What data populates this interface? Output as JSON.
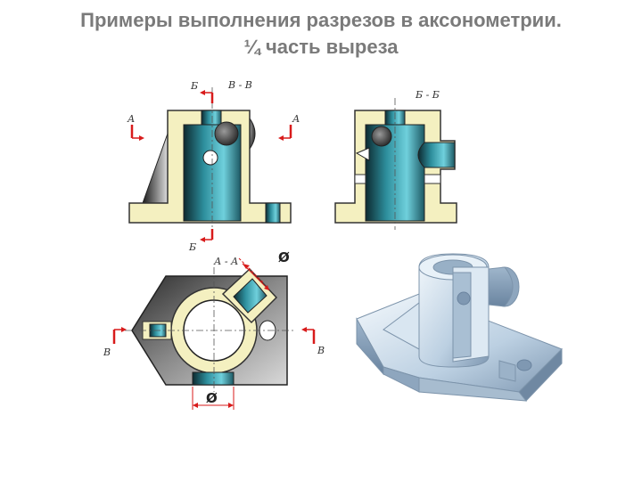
{
  "title": {
    "line1": "Примеры выполнения разрезов в аксонометрии.",
    "line2": "¼ часть выреза"
  },
  "views": {
    "front": {
      "section_label": "В - В",
      "cut_a_left": "А",
      "cut_a_right": "А",
      "cut_b_top": "Б",
      "cut_b_bottom": "Б"
    },
    "side": {
      "section_label": "Б - Б"
    },
    "top": {
      "section_label": "А - А",
      "dim_symbol_top": "Ø",
      "dim_symbol_bottom": "Ø",
      "cut_v_left": "В",
      "cut_v_right": "В"
    }
  },
  "colors": {
    "section_fill": "#f4f0c0",
    "section_outline": "#333333",
    "cylinder_teal": "#3fa7b5",
    "cut_marker_red": "#d81b1b",
    "model_light": "#cfe0ee"
  }
}
